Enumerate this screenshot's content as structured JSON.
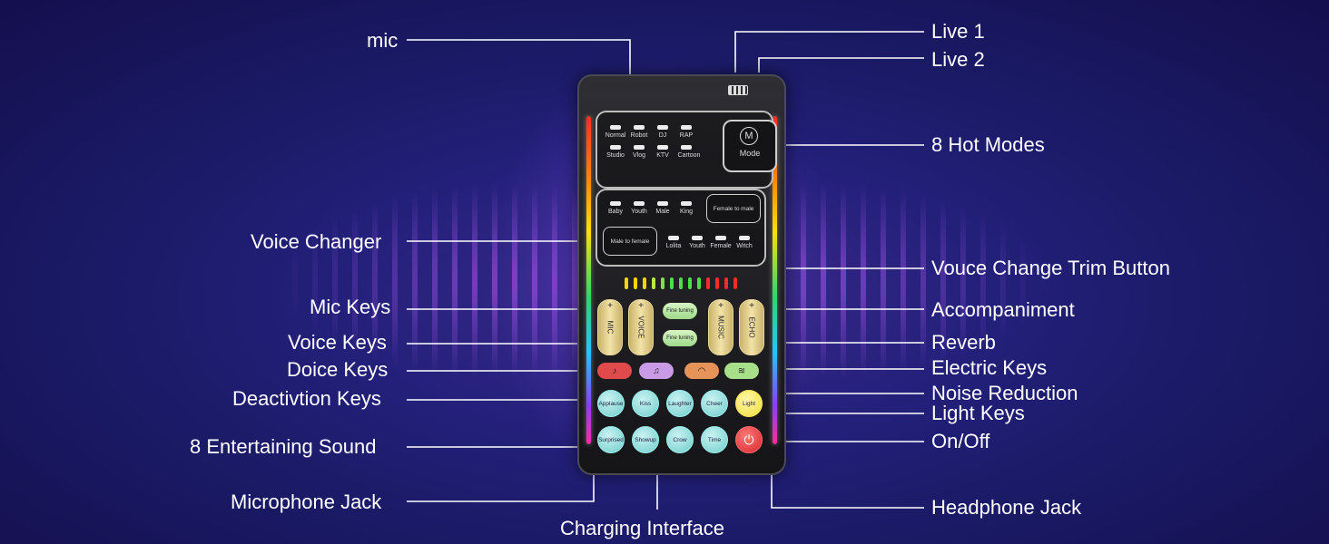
{
  "callouts": {
    "mic": "mic",
    "live1": "Live 1",
    "live2": "Live 2",
    "hot_modes": "8 Hot Modes",
    "voice_changer": "Voice Changer",
    "trim_button": "Vouce Change Trim Button",
    "mic_keys": "Mic Keys",
    "accompaniment": "Accompaniment",
    "voice_keys": "Voice Keys",
    "reverb": "Reverb",
    "doice_keys": "Doice Keys",
    "electric_keys": "Electric Keys",
    "deactivation_keys": "Deactivtion Keys",
    "noise_reduction": "Noise Reduction",
    "light_keys": "Light Keys",
    "entertaining_sound": "8 Entertaining Sound",
    "on_off": "On/Off",
    "microphone_jack": "Microphone Jack",
    "charging_interface": "Charging Interface",
    "headphone_jack": "Headphone Jack"
  },
  "device": {
    "modes_row1": [
      "Normal",
      "Robot",
      "DJ",
      "RAP"
    ],
    "modes_row2": [
      "Studio",
      "Vlog",
      "KTV",
      "Cartoon"
    ],
    "mode_button": "Mode",
    "mode_icon": "M",
    "voices_row1": [
      "Baby",
      "Youth",
      "Male",
      "King"
    ],
    "voices_row2": [
      "Lolita",
      "Youth",
      "Female",
      "Witch"
    ],
    "female_to_male": "Female to male",
    "male_to_female": "Male to female",
    "fine_tuning": "Fine tuning",
    "keys": {
      "mic": "MIC",
      "voice": "VOICE",
      "music": "MUSIC",
      "echo": "ECHO"
    },
    "sounds_row1": [
      "Applause",
      "Kiss",
      "Laughter",
      "Cheer",
      "Light"
    ],
    "sounds_row2": [
      "Surprised",
      "Showup",
      "Crow",
      "Time"
    ],
    "colors": {
      "accent_gold": "#f3e3a8",
      "sound_button": "#8fdedd",
      "light_button": "#f5e84a",
      "power_button": "#e8333a"
    }
  }
}
